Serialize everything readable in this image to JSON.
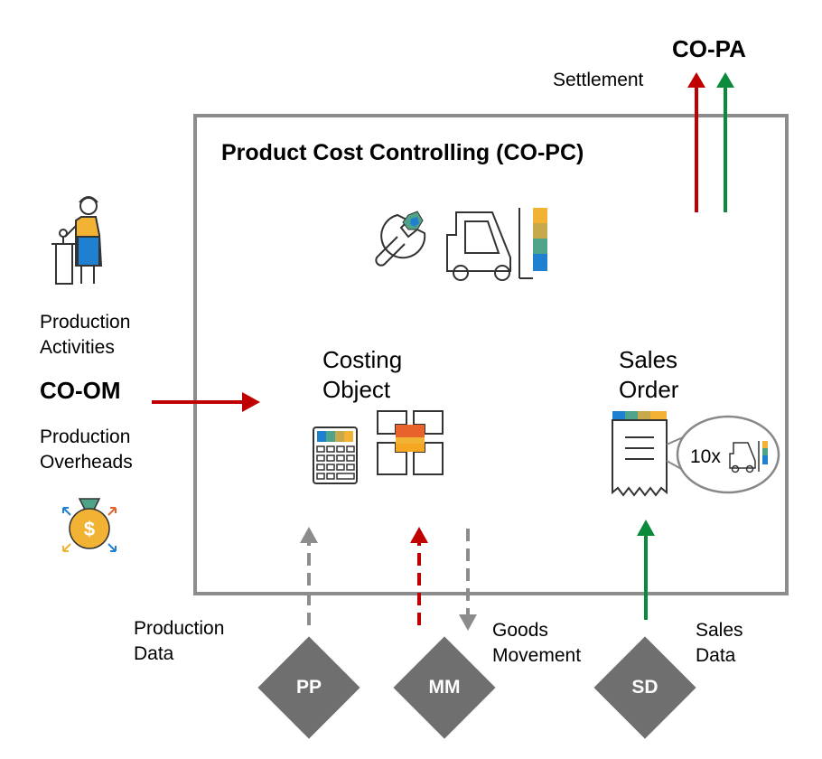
{
  "copa": "CO-PA",
  "settlement": "Settlement",
  "main_title": "Product Cost Controlling (CO-PC)",
  "left": {
    "activities_line1": "Production",
    "activities_line2": "Activities",
    "coom": "CO-OM",
    "overheads_line1": "Production",
    "overheads_line2": "Overheads"
  },
  "costing_object": {
    "line1": "Costing",
    "line2": "Object"
  },
  "sales_order": {
    "line1": "Sales",
    "line2": "Order",
    "quantity": "10x"
  },
  "bottom": {
    "production_data_line1": "Production",
    "production_data_line2": "Data",
    "goods_movement_line1": "Goods",
    "goods_movement_line2": "Movement",
    "sales_data_line1": "Sales",
    "sales_data_line2": "Data"
  },
  "modules": {
    "pp": "PP",
    "mm": "MM",
    "sd": "SD"
  },
  "colors": {
    "red_arrow": "#c00000",
    "green_arrow": "#0a8a3a",
    "gray": "#8c8c8c",
    "diamond": "#6f6f6f",
    "blue": "#1f7fd0",
    "yellow": "#f2b233",
    "orange": "#e8632c",
    "teal": "#4fa38a"
  },
  "icons": [
    "person-at-workstation-icon",
    "money-bag-icon",
    "wrench-icon",
    "forklift-icon",
    "calculator-icon",
    "puzzle-icon",
    "receipt-icon"
  ]
}
